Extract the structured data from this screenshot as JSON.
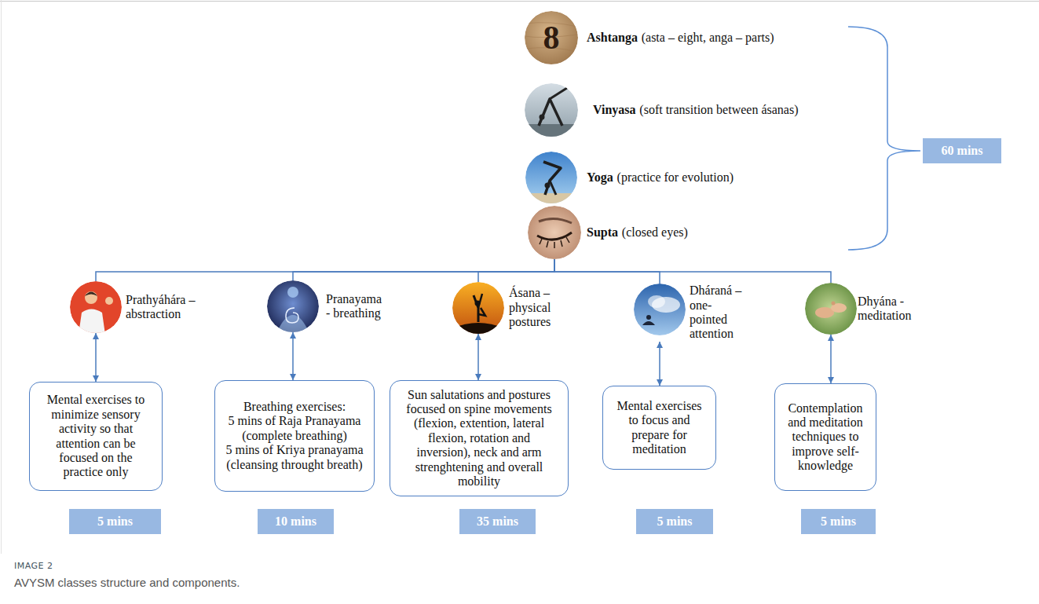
{
  "diagram": {
    "caption": "AVYSM classes structure and components.",
    "nodes": [
      {
        "text": [
          "Ashtanga",
          "(asta – eight, anga – parts)"
        ]
      },
      {
        "text": [
          "Vinyasa",
          "(soft transition between ásanas)"
        ]
      },
      {
        "text": [
          "Yoga",
          "(practice for evolution)"
        ]
      },
      {
        "text": [
          "Supta",
          "(closed eyes)"
        ]
      },
      {
        "text": [
          "60 mins"
        ]
      },
      {
        "text": [
          "Prathyáhára – abstraction"
        ]
      },
      {
        "text": [
          "Pranayama - breathing"
        ]
      },
      {
        "text": [
          "Ásana – physical postures"
        ]
      },
      {
        "text": [
          "Dháraná – one-pointed attention"
        ]
      },
      {
        "text": [
          "Dhyána - meditation"
        ]
      },
      {
        "text": [
          "Mental exercises to minimize sensory activity so that attention can be focused on the practice only"
        ]
      },
      {
        "text": [
          "Breathing exercises:",
          "5 mins of Raja Pranayama (complete breathing)",
          "5 mins of Kriya pranayama (cleansing throught breath)"
        ]
      },
      {
        "text": [
          "Sun salutations and postures focused on spine movements (flexion, extention, lateral flexion, rotation and inversion), neck and arm strenghtening and overall mobility"
        ]
      },
      {
        "text": [
          "Mental exercises to focus and prepare for meditation"
        ]
      },
      {
        "text": [
          "Contemplation and meditation techniques to improve self-knowledge"
        ]
      },
      {
        "text": [
          "5 mins"
        ]
      },
      {
        "text": [
          "10 mins"
        ]
      },
      {
        "text": [
          "35 mins"
        ]
      },
      {
        "text": [
          "5 mins"
        ]
      },
      {
        "text": [
          "5 mins"
        ]
      }
    ],
    "edges": [
      {
        "from": 3,
        "to": 5,
        "arrow": "none"
      },
      {
        "from": 3,
        "to": 6,
        "arrow": "none"
      },
      {
        "from": 3,
        "to": 7,
        "arrow": "none"
      },
      {
        "from": 3,
        "to": 8,
        "arrow": "none"
      },
      {
        "from": 3,
        "to": 9,
        "arrow": "none"
      },
      {
        "from": 5,
        "to": 10,
        "arrow": "both"
      },
      {
        "from": 6,
        "to": 11,
        "arrow": "both"
      },
      {
        "from": 7,
        "to": 12,
        "arrow": "both"
      },
      {
        "from": 8,
        "to": 13,
        "arrow": "both"
      },
      {
        "from": 9,
        "to": 14,
        "arrow": "both"
      }
    ],
    "labels": [
      "8",
      "IMAGE 2"
    ]
  }
}
